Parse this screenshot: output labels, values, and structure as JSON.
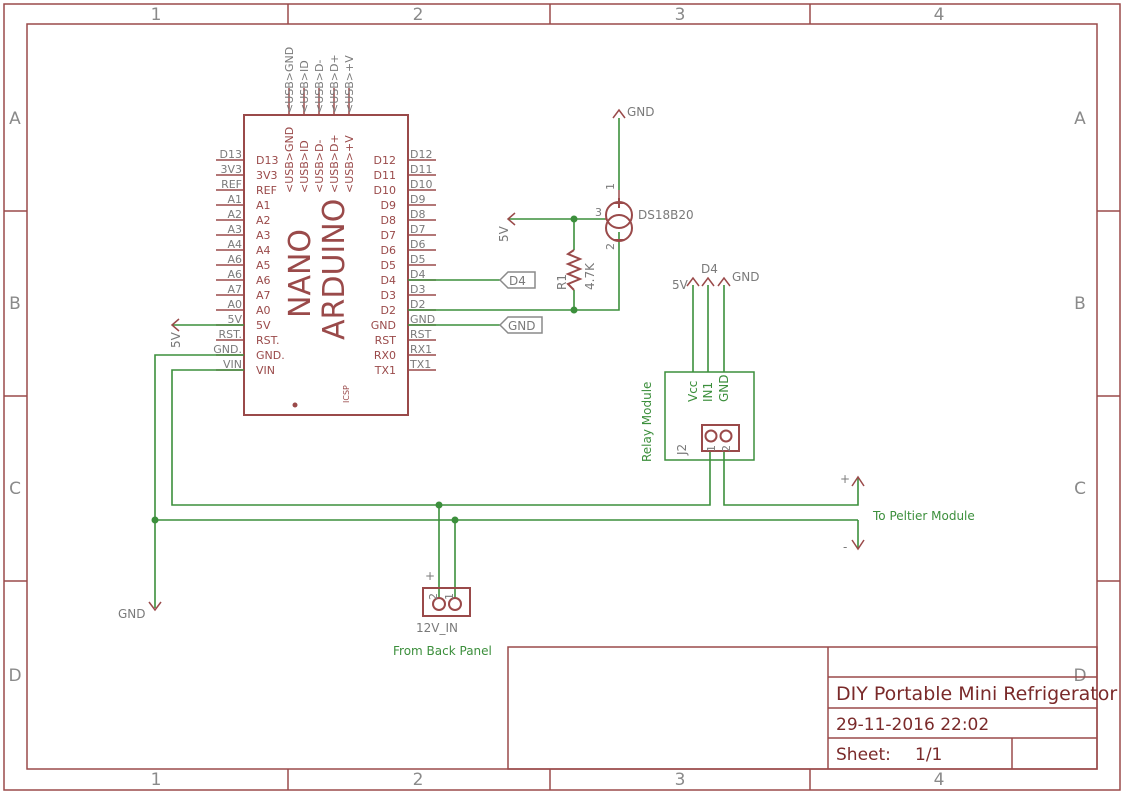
{
  "zones": {
    "columns": [
      "1",
      "2",
      "3",
      "4"
    ],
    "rows": [
      "A",
      "B",
      "C",
      "D"
    ]
  },
  "arduino": {
    "name": "NANO",
    "value": "ARDUINO",
    "icsp": "ICSP",
    "usb_pins": [
      "<USB>GND",
      "<USB>ID",
      "<USB>D-",
      "<USB>D+",
      "<USB>+V"
    ],
    "left_inner": [
      "D13",
      "3V3",
      "REF",
      "A1",
      "A2",
      "A3",
      "A4",
      "A5",
      "A6",
      "A7",
      "A0",
      "5V",
      "RST.",
      "GND.",
      "VIN"
    ],
    "left_outer": [
      "D13",
      "3V3",
      "REF",
      "A1",
      "A2",
      "A3",
      "A4",
      "A6",
      "A6",
      "A7",
      "A0",
      "5V",
      "RST.",
      "GND.",
      "VIN"
    ],
    "right_inner": [
      "D12",
      "D11",
      "D10",
      "D9",
      "D8",
      "D7",
      "D6",
      "D5",
      "D4",
      "D3",
      "D2",
      "GND",
      "RST",
      "RX0",
      "TX1"
    ],
    "right_outer": [
      "D12",
      "D11",
      "D10",
      "D9",
      "D8",
      "D7",
      "D6",
      "D5",
      "D4",
      "D3",
      "D2",
      "GND",
      "RST",
      "RX1",
      "TX1"
    ]
  },
  "labels": {
    "gnd": "GND",
    "v5": "5V",
    "d4": "D4",
    "r1_name": "R1",
    "r1_value": "4.7K",
    "sensor": "DS18B20",
    "sensor_pins": [
      "1",
      "2",
      "3"
    ],
    "relay_pins": [
      "Vcc",
      "IN1",
      "GND"
    ],
    "relay_title": "Relay Module",
    "j2": "J2",
    "connector_pins": [
      "1",
      "2"
    ],
    "plus": "+",
    "minus": "-",
    "peltier": "To Peltier Module",
    "jack": "12V_IN",
    "back_panel": "From Back Panel"
  },
  "title_block": {
    "title": "DIY Portable Mini Refrigerator",
    "date": "29-11-2016 22:02",
    "sheet_label": "Sheet:",
    "sheet_value": "1/1"
  },
  "colors": {
    "component": "#9a4a4a",
    "wire": "#3c8f3c",
    "frame_text": "#7a2a2a",
    "label_grey": "#7a7a7a"
  }
}
